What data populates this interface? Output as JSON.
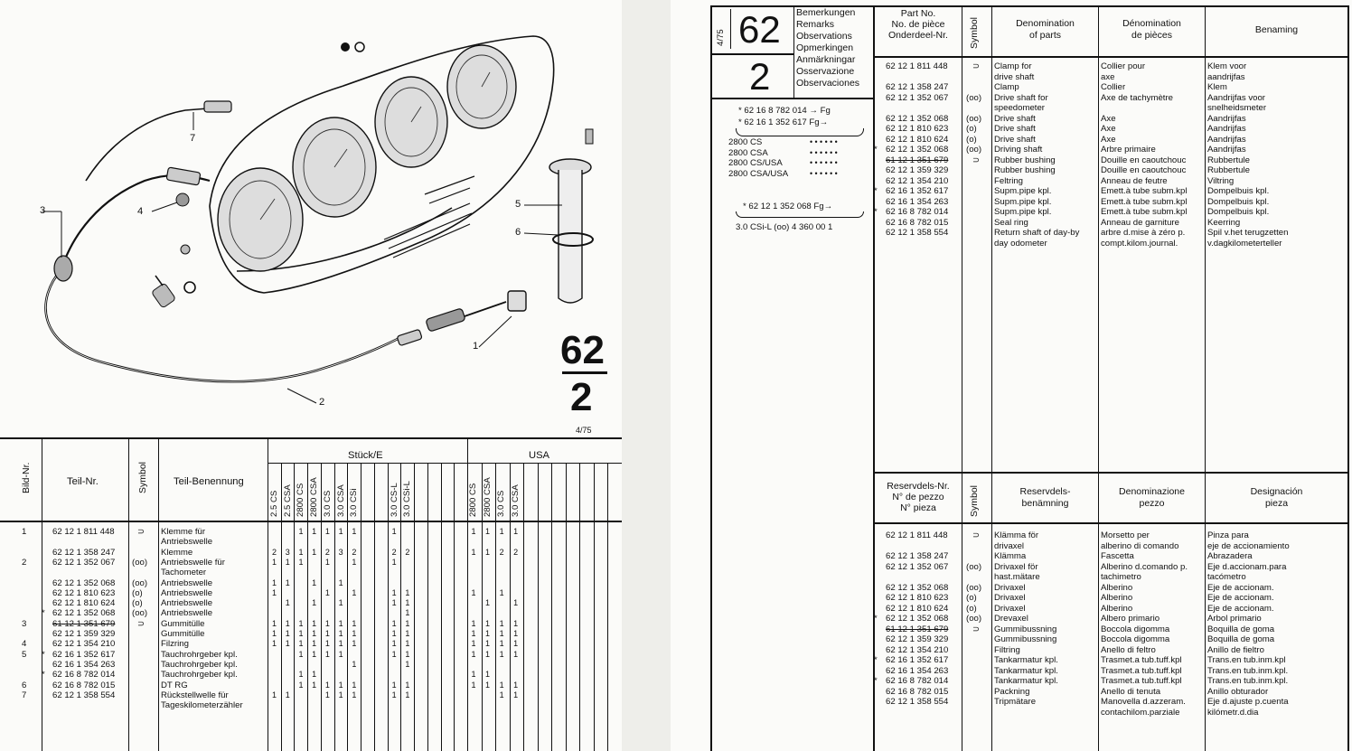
{
  "diagram": {
    "callouts": [
      "1",
      "2",
      "3",
      "4",
      "5",
      "6",
      "7"
    ],
    "group": "62",
    "subgroup": "2",
    "date": "4/75"
  },
  "left_table": {
    "headers": {
      "bild_nr": "Bild-Nr.",
      "teil_nr": "Teil-Nr.",
      "symbol": "Symbol",
      "teil_benennung": "Teil-Benennung",
      "stueck": "Stück/E",
      "usa": "USA"
    },
    "models": [
      "2.5 CS",
      "2.5 CSA",
      "2800 CS",
      "2800 CSA",
      "3.0 CS",
      "3.0 CSA",
      "3.0 CSi",
      "",
      "",
      "3.0 CS-L",
      "3.0 CSi-L",
      "",
      "",
      "",
      ""
    ],
    "usa_models": [
      "2800 CS",
      "2800 CSA",
      "3.0 CS",
      "3.0 CSA",
      "",
      "",
      "",
      "",
      "",
      "",
      ""
    ],
    "rows": [
      {
        "bild": "1",
        "star": "",
        "part": "62 12 1 811 448",
        "strike": false,
        "sym": "⊃",
        "desc": [
          "Klemme für",
          "Antriebswelle"
        ],
        "q": {
          "2": "1",
          "3": "1",
          "4": "1",
          "5": "1",
          "6": "1",
          "9": "1"
        },
        "u": {
          "0": "1",
          "1": "1",
          "2": "1",
          "3": "1"
        }
      },
      {
        "bild": "",
        "star": "",
        "part": "62 12 1 358 247",
        "strike": false,
        "sym": "",
        "desc": [
          "Klemme"
        ],
        "q": {
          "0": "2",
          "1": "3",
          "2": "1",
          "3": "1",
          "4": "2",
          "5": "3",
          "6": "2",
          "9": "2",
          "10": "2"
        },
        "u": {
          "0": "1",
          "1": "1",
          "2": "2",
          "3": "2"
        }
      },
      {
        "bild": "2",
        "star": "",
        "part": "62 12 1 352 067",
        "strike": false,
        "sym": "(oo)",
        "desc": [
          "Antriebswelle für",
          "Tachometer"
        ],
        "q": {
          "0": "1",
          "1": "1",
          "2": "1",
          "4": "1",
          "6": "1",
          "9": "1"
        },
        "u": {}
      },
      {
        "bild": "",
        "star": "",
        "part": "62 12 1 352 068",
        "strike": false,
        "sym": "(oo)",
        "desc": [
          "Antriebswelle"
        ],
        "q": {
          "0": "1",
          "1": "1",
          "3": "1",
          "5": "1"
        },
        "u": {}
      },
      {
        "bild": "",
        "star": "",
        "part": "62 12 1 810 623",
        "strike": false,
        "sym": "(o)",
        "desc": [
          "Antriebswelle"
        ],
        "q": {
          "0": "1",
          "4": "1",
          "6": "1",
          "9": "1",
          "10": "1"
        },
        "u": {
          "0": "1",
          "2": "1"
        }
      },
      {
        "bild": "",
        "star": "",
        "part": "62 12 1 810 624",
        "strike": false,
        "sym": "(o)",
        "desc": [
          "Antriebswelle"
        ],
        "q": {
          "1": "1",
          "3": "1",
          "5": "1",
          "9": "1",
          "10": "1"
        },
        "u": {
          "1": "1",
          "3": "1"
        }
      },
      {
        "bild": "",
        "star": "*",
        "part": "62 12 1 352 068",
        "strike": false,
        "sym": "(oo)",
        "desc": [
          "Antriebswelle"
        ],
        "q": {
          "10": "1"
        },
        "u": {}
      },
      {
        "bild": "3",
        "star": "",
        "part": "61 12 1 351 679",
        "strike": true,
        "sym": "⊃",
        "desc": [
          "Gummitülle"
        ],
        "q": {
          "0": "1",
          "1": "1",
          "2": "1",
          "3": "1",
          "4": "1",
          "5": "1",
          "6": "1",
          "9": "1",
          "10": "1"
        },
        "u": {
          "0": "1",
          "1": "1",
          "2": "1",
          "3": "1"
        }
      },
      {
        "bild": "",
        "star": "",
        "part": "62 12 1 359 329",
        "strike": false,
        "sym": "",
        "desc": [
          "Gummitülle"
        ],
        "q": {
          "0": "1",
          "1": "1",
          "2": "1",
          "3": "1",
          "4": "1",
          "5": "1",
          "6": "1",
          "9": "1",
          "10": "1"
        },
        "u": {
          "0": "1",
          "1": "1",
          "2": "1",
          "3": "1"
        }
      },
      {
        "bild": "4",
        "star": "",
        "part": "62 12 1 354 210",
        "strike": false,
        "sym": "",
        "desc": [
          "Filzring"
        ],
        "q": {
          "0": "1",
          "1": "1",
          "2": "1",
          "3": "1",
          "4": "1",
          "5": "1",
          "6": "1",
          "9": "1",
          "10": "1"
        },
        "u": {
          "0": "1",
          "1": "1",
          "2": "1",
          "3": "1"
        }
      },
      {
        "bild": "5",
        "star": "*",
        "part": "62 16 1 352 617",
        "strike": false,
        "sym": "",
        "desc": [
          "Tauchrohrgeber kpl."
        ],
        "q": {
          "2": "1",
          "3": "1",
          "4": "1",
          "5": "1",
          "9": "1",
          "10": "1"
        },
        "u": {
          "0": "1",
          "1": "1",
          "2": "1",
          "3": "1"
        }
      },
      {
        "bild": "",
        "star": "",
        "part": "62 16 1 354 263",
        "strike": false,
        "sym": "",
        "desc": [
          "Tauchrohrgeber kpl."
        ],
        "q": {
          "6": "1",
          "10": "1"
        },
        "u": {}
      },
      {
        "bild": "",
        "star": "*",
        "part": "62 16 8 782 014",
        "strike": false,
        "sym": "",
        "desc": [
          "Tauchrohrgeber kpl."
        ],
        "q": {
          "2": "1",
          "3": "1"
        },
        "u": {
          "0": "1",
          "1": "1"
        }
      },
      {
        "bild": "6",
        "star": "",
        "part": "62 16 8 782 015",
        "strike": false,
        "sym": "",
        "desc": [
          "DT RG"
        ],
        "q": {
          "2": "1",
          "3": "1",
          "4": "1",
          "5": "1",
          "6": "1",
          "9": "1",
          "10": "1"
        },
        "u": {
          "0": "1",
          "1": "1",
          "2": "1",
          "3": "1"
        }
      },
      {
        "bild": "7",
        "star": "",
        "part": "62 12 1 358 554",
        "strike": false,
        "sym": "",
        "desc": [
          "Rückstellwelle für",
          "Tageskilometerzähler"
        ],
        "q": {
          "0": "1",
          "1": "1",
          "4": "1",
          "5": "1",
          "6": "1",
          "9": "1",
          "10": "1"
        },
        "u": {
          "2": "1",
          "3": "1"
        }
      }
    ]
  },
  "right_header": {
    "date": "4/75",
    "group": "62",
    "subgroup": "2",
    "remarks": [
      "Bemerkungen",
      "Remarks",
      "Observations",
      "Opmerkingen",
      "Anmärkningar",
      "Osservazione",
      "Observaciones"
    ],
    "partno": [
      "Part No.",
      "No. de pièce",
      "Onderdeel-Nr."
    ],
    "symbol": "Symbol",
    "col_en": [
      "Denomination",
      "of parts"
    ],
    "col_fr": [
      "Dénomination",
      "de pièces"
    ],
    "col_nl": [
      "Benaming"
    ]
  },
  "remarks_notes": [
    "* 62 16 8 782 014 → Fg",
    "* 62 16 1 352 617  Fg→"
  ],
  "remarks_models": [
    "2800 CS",
    "2800 CSA",
    "2800 CS/USA",
    "2800 CSA/USA"
  ],
  "remarks_dots": "• • • • • •",
  "remarks_note2": "* 62 12 1 352 068  Fg→",
  "remarks_note3": "3.0 CSi-L (oo)  4 360 00 1",
  "upper_rows": [
    {
      "star": "",
      "part": "62 12 1 811 448",
      "strike": false,
      "sym": "⊃",
      "en": [
        "Clamp for",
        "drive shaft"
      ],
      "fr": [
        "Collier pour",
        "axe"
      ],
      "nl": [
        "Klem voor",
        "aandrijfas"
      ]
    },
    {
      "star": "",
      "part": "62 12 1 358 247",
      "strike": false,
      "sym": "",
      "en": [
        "Clamp"
      ],
      "fr": [
        "Collier"
      ],
      "nl": [
        "Klem"
      ]
    },
    {
      "star": "",
      "part": "62 12 1 352 067",
      "strike": false,
      "sym": "(oo)",
      "en": [
        "Drive shaft for",
        "speedometer"
      ],
      "fr": [
        "Axe de tachymètre"
      ],
      "nl": [
        "Aandrijfas voor",
        "snelheidsmeter"
      ]
    },
    {
      "star": "",
      "part": "62 12 1 352 068",
      "strike": false,
      "sym": "(oo)",
      "en": [
        "Drive shaft"
      ],
      "fr": [
        "Axe"
      ],
      "nl": [
        "Aandrijfas"
      ]
    },
    {
      "star": "",
      "part": "62 12 1 810 623",
      "strike": false,
      "sym": "(o)",
      "en": [
        "Drive shaft"
      ],
      "fr": [
        "Axe"
      ],
      "nl": [
        "Aandrijfas"
      ]
    },
    {
      "star": "",
      "part": "62 12 1 810 624",
      "strike": false,
      "sym": "(o)",
      "en": [
        "Drive shaft"
      ],
      "fr": [
        "Axe"
      ],
      "nl": [
        "Aandrijfas"
      ]
    },
    {
      "star": "*",
      "part": "62 12 1 352 068",
      "strike": false,
      "sym": "(oo)",
      "en": [
        "Driving shaft"
      ],
      "fr": [
        "Arbre primaire"
      ],
      "nl": [
        "Aandrijfas"
      ]
    },
    {
      "star": "",
      "part": "61 12 1 351 679",
      "strike": true,
      "sym": "⊃",
      "en": [
        "Rubber bushing"
      ],
      "fr": [
        "Douille en caoutchouc"
      ],
      "nl": [
        "Rubbertule"
      ]
    },
    {
      "star": "",
      "part": "62 12 1 359 329",
      "strike": false,
      "sym": "",
      "en": [
        "Rubber bushing"
      ],
      "fr": [
        "Douille en caoutchouc"
      ],
      "nl": [
        "Rubbertule"
      ]
    },
    {
      "star": "",
      "part": "62 12 1 354 210",
      "strike": false,
      "sym": "",
      "en": [
        "Feltring"
      ],
      "fr": [
        "Anneau de feutre"
      ],
      "nl": [
        "Viltring"
      ]
    },
    {
      "star": "*",
      "part": "62 16 1 352 617",
      "strike": false,
      "sym": "",
      "en": [
        "Supm.pipe kpl."
      ],
      "fr": [
        "Emett.à tube subm.kpl"
      ],
      "nl": [
        "Dompelbuis kpl."
      ]
    },
    {
      "star": "",
      "part": "62 16 1 354 263",
      "strike": false,
      "sym": "",
      "en": [
        "Supm.pipe kpl."
      ],
      "fr": [
        "Emett.à tube subm.kpl"
      ],
      "nl": [
        "Dompelbuis kpl."
      ]
    },
    {
      "star": "*",
      "part": "62 16 8 782 014",
      "strike": false,
      "sym": "",
      "en": [
        "Supm.pipe kpl."
      ],
      "fr": [
        "Emett.à tube subm.kpl"
      ],
      "nl": [
        "Dompelbuis kpl."
      ]
    },
    {
      "star": "",
      "part": "62 16 8 782 015",
      "strike": false,
      "sym": "",
      "en": [
        "Seal ring"
      ],
      "fr": [
        "Anneau de garniture"
      ],
      "nl": [
        "Keerring"
      ]
    },
    {
      "star": "",
      "part": "62 12 1 358 554",
      "strike": false,
      "sym": "",
      "en": [
        "Return shaft of day-by",
        "day odometer"
      ],
      "fr": [
        "arbre d.mise à zéro p.",
        "compt.kilom.journal."
      ],
      "nl": [
        "Spil v.het terugzetten",
        "v.dagkilometerteller"
      ]
    }
  ],
  "lower_header": {
    "partno": [
      "Reservdels-Nr.",
      "N° de pezzo",
      "N° pieza"
    ],
    "symbol": "Symbol",
    "col_sv": [
      "Reservdels-",
      "benämning"
    ],
    "col_it": [
      "Denominazione",
      "pezzo"
    ],
    "col_es": [
      "Designación",
      "pieza"
    ]
  },
  "lower_rows": [
    {
      "star": "",
      "part": "62 12 1 811 448",
      "strike": false,
      "sym": "⊃",
      "sv": [
        "Klämma för",
        "drivaxel"
      ],
      "it": [
        "Morsetto per",
        "alberino di comando"
      ],
      "es": [
        "Pinza para",
        "eje de accionamiento"
      ]
    },
    {
      "star": "",
      "part": "62 12 1 358 247",
      "strike": false,
      "sym": "",
      "sv": [
        "Klämma"
      ],
      "it": [
        "Fascetta"
      ],
      "es": [
        "Abrazadera"
      ]
    },
    {
      "star": "",
      "part": "62 12 1 352 067",
      "strike": false,
      "sym": "(oo)",
      "sv": [
        "Drivaxel för",
        "hast.mätare"
      ],
      "it": [
        "Alberino d.comando p.",
        "tachimetro"
      ],
      "es": [
        "Eje d.accionam.para",
        "tacómetro"
      ]
    },
    {
      "star": "",
      "part": "62 12 1 352 068",
      "strike": false,
      "sym": "(oo)",
      "sv": [
        "Drivaxel"
      ],
      "it": [
        "Alberino"
      ],
      "es": [
        "Eje de accionam."
      ]
    },
    {
      "star": "",
      "part": "62 12 1 810 623",
      "strike": false,
      "sym": "(o)",
      "sv": [
        "Drivaxel"
      ],
      "it": [
        "Alberino"
      ],
      "es": [
        "Eje de accionam."
      ]
    },
    {
      "star": "",
      "part": "62 12 1 810 624",
      "strike": false,
      "sym": "(o)",
      "sv": [
        "Drivaxel"
      ],
      "it": [
        "Alberino"
      ],
      "es": [
        "Eje de accionam."
      ]
    },
    {
      "star": "*",
      "part": "62 12 1 352 068",
      "strike": false,
      "sym": "(oo)",
      "sv": [
        "Drevaxel"
      ],
      "it": [
        "Albero primario"
      ],
      "es": [
        "Arbol primario"
      ]
    },
    {
      "star": "",
      "part": "61 12 1 351 679",
      "strike": true,
      "sym": "⊃",
      "sv": [
        "Gummibussning"
      ],
      "it": [
        "Boccola digomma"
      ],
      "es": [
        "Boquilla de goma"
      ]
    },
    {
      "star": "",
      "part": "62 12 1 359 329",
      "strike": false,
      "sym": "",
      "sv": [
        "Gummibussning"
      ],
      "it": [
        "Boccola digomma"
      ],
      "es": [
        "Boquilla de goma"
      ]
    },
    {
      "star": "",
      "part": "62 12 1 354 210",
      "strike": false,
      "sym": "",
      "sv": [
        "Filtring"
      ],
      "it": [
        "Anello di feltro"
      ],
      "es": [
        "Anillo de fieltro"
      ]
    },
    {
      "star": "*",
      "part": "62 16 1 352 617",
      "strike": false,
      "sym": "",
      "sv": [
        "Tankarmatur kpl."
      ],
      "it": [
        "Trasmet.a tub.tuff.kpl"
      ],
      "es": [
        "Trans.en tub.inm.kpl"
      ]
    },
    {
      "star": "",
      "part": "62 16 1 354 263",
      "strike": false,
      "sym": "",
      "sv": [
        "Tankarmatur kpl."
      ],
      "it": [
        "Trasmet.a tub.tuff.kpl"
      ],
      "es": [
        "Trans.en tub.inm.kpl."
      ]
    },
    {
      "star": "*",
      "part": "62 16 8 782 014",
      "strike": false,
      "sym": "",
      "sv": [
        "Tankarmatur kpl."
      ],
      "it": [
        "Trasmet.a tub.tuff.kpl"
      ],
      "es": [
        "Trans.en tub.inm.kpl."
      ]
    },
    {
      "star": "",
      "part": "62 16 8 782 015",
      "strike": false,
      "sym": "",
      "sv": [
        "Packning"
      ],
      "it": [
        "Anello di tenuta"
      ],
      "es": [
        "Anillo obturador"
      ]
    },
    {
      "star": "",
      "part": "62 12 1 358 554",
      "strike": false,
      "sym": "",
      "sv": [
        "Tripmätare"
      ],
      "it": [
        "Manovella d.azzeram.",
        "contachilom.parziale"
      ],
      "es": [
        "Eje d.ajuste p.cuenta",
        "kilómetr.d.dia"
      ]
    }
  ]
}
